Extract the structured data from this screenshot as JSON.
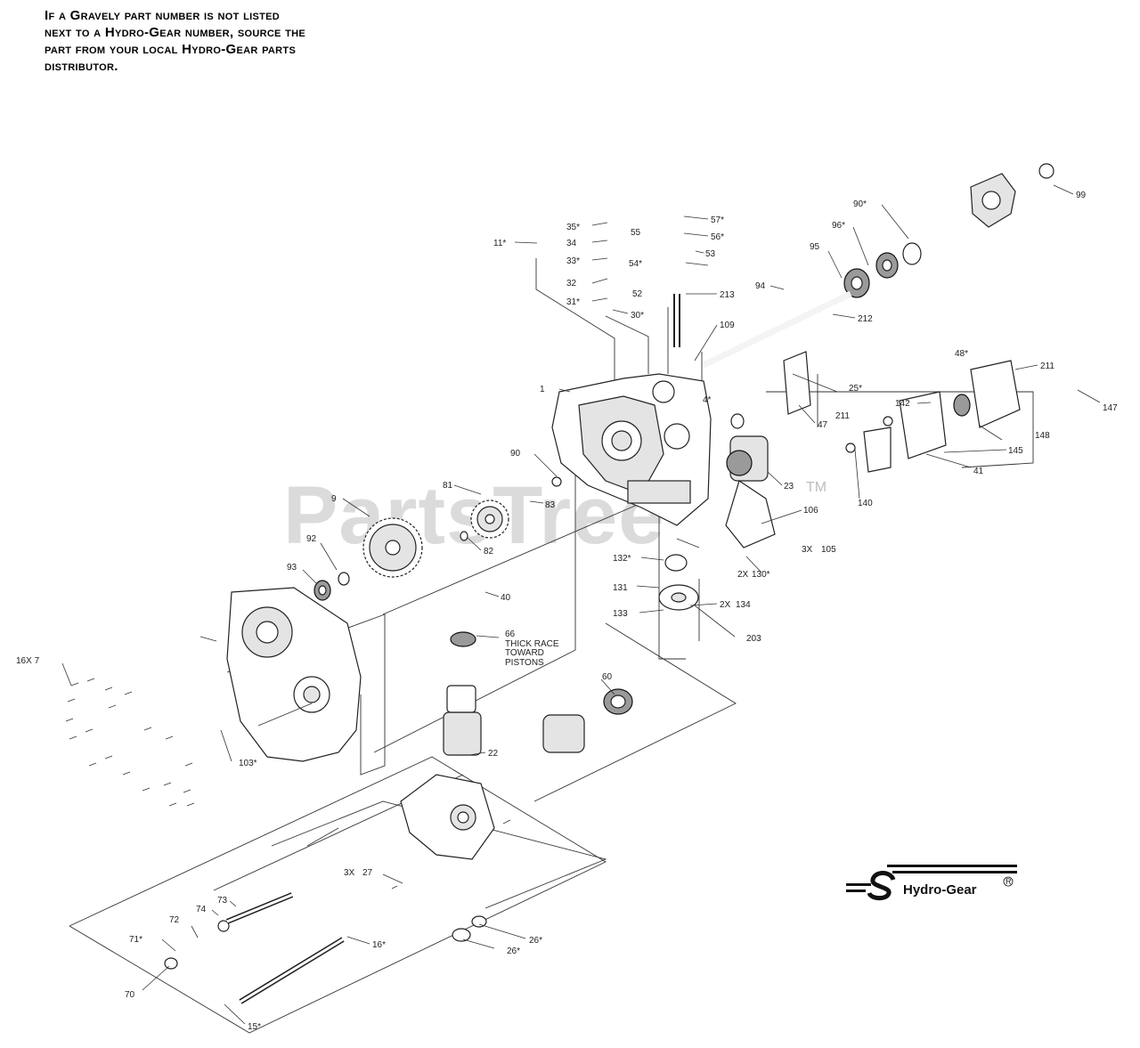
{
  "note": {
    "lines": [
      "If a Gravely part number is not listed",
      "next to a Hydro-Gear number, source the",
      "part from your local Hydro-Gear parts",
      "distributor."
    ]
  },
  "watermark": {
    "text": "PartsTree",
    "tm": "TM"
  },
  "brand": {
    "name": "Hydro-Gear",
    "reg": "R"
  },
  "callouts": [
    "35*",
    "34",
    "33*",
    "32",
    "31*",
    "30*",
    "11*",
    "55",
    "57*",
    "56*",
    "54*",
    "53",
    "52",
    "213",
    "109",
    "94",
    "212",
    "99",
    "90*",
    "96*",
    "95",
    "1",
    "4*",
    "48*",
    "211",
    "147",
    "142",
    "145",
    "148",
    "41",
    "140",
    "25*",
    "211",
    "47",
    "23",
    "106",
    "105",
    "130*",
    "132*",
    "131",
    "134",
    "133",
    "203",
    "90",
    "83",
    "81",
    "9",
    "92",
    "93",
    "82",
    "40",
    "66",
    "60",
    "22",
    "103*",
    "16X 7",
    "27",
    "26*",
    "26*",
    "70",
    "71*",
    "72",
    "74",
    "73",
    "16*",
    "15*"
  ],
  "callout_text": {
    "c66_note_1": "THICK RACE",
    "c66_note_2": "TOWARD",
    "c66_note_3": "PISTONS",
    "c105_prefix": "3X",
    "c130_prefix": "2X",
    "c134_prefix": "2X",
    "c27_prefix": "3X"
  }
}
